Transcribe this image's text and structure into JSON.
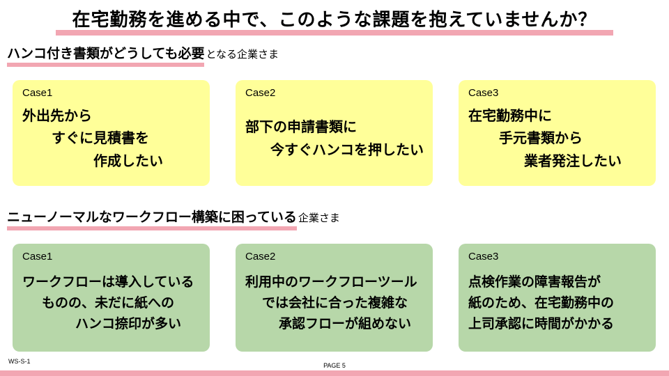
{
  "slide": {
    "title": "在宅勤務を進める中で、このような課題を抱えていませんか？",
    "colors": {
      "accent_pink": "#f2a6b2",
      "card_yellow": "#ffff99",
      "card_green": "#b7d7a9"
    },
    "sections": [
      {
        "heading_emph": "ハンコ付き書類がどうしても必要",
        "heading_rest": "となる企業さま",
        "cards": [
          {
            "label": "Case1",
            "lines": [
              "外出先から",
              "すぐに見積書を",
              "作成したい"
            ]
          },
          {
            "label": "Case2",
            "lines": [
              "部下の申請書類に",
              "今すぐハンコを押したい"
            ]
          },
          {
            "label": "Case3",
            "lines": [
              "在宅勤務中に",
              "手元書類から",
              "業者発注したい"
            ]
          }
        ]
      },
      {
        "heading_emph": "ニューノーマルなワークフロー構築に困っている",
        "heading_rest": "企業さま",
        "cards": [
          {
            "label": "Case1",
            "lines": [
              "ワークフローは導入している",
              "ものの、未だに紙への",
              "ハンコ捺印が多い"
            ]
          },
          {
            "label": "Case2",
            "lines": [
              "利用中のワークフローツール",
              "では会社に合った複雑な",
              "承認フローが組めない"
            ]
          },
          {
            "label": "Case3",
            "lines": [
              "点検作業の障害報告が",
              "紙のため、在宅勤務中の",
              "上司承認に時間がかかる"
            ]
          }
        ]
      }
    ],
    "footer": {
      "doc_code": "WS-S-1",
      "page": "PAGE 5"
    }
  }
}
